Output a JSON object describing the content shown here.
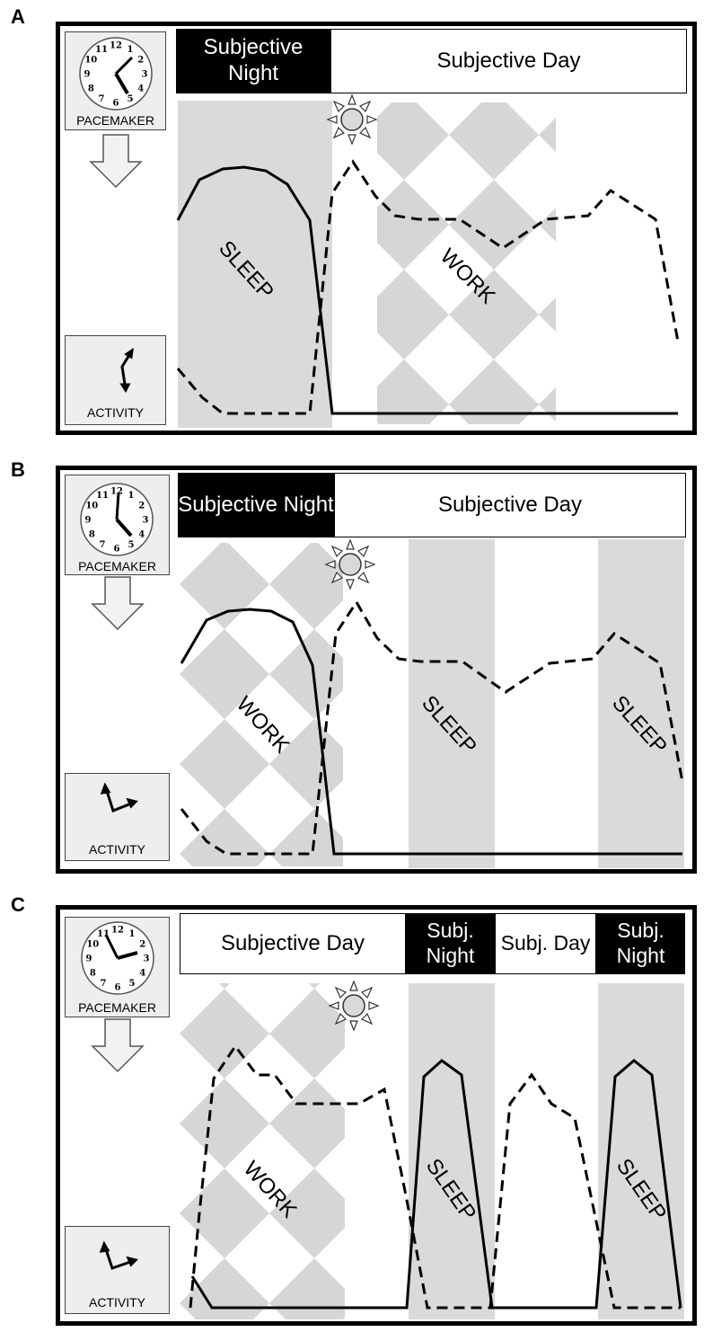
{
  "panels": [
    {
      "letter": "A",
      "pacemaker_label": "PACEMAKER",
      "activity_label": "ACTIVITY",
      "phases": [
        {
          "label": "Subjective Night",
          "style": "dark"
        },
        {
          "label": "Subjective Day",
          "style": "light"
        }
      ],
      "region_labels": [
        "SLEEP",
        "WORK"
      ]
    },
    {
      "letter": "B",
      "pacemaker_label": "PACEMAKER",
      "activity_label": "ACTIVITY",
      "phases": [
        {
          "label": "Subjective Night",
          "style": "dark"
        },
        {
          "label": "Subjective Day",
          "style": "light"
        }
      ],
      "region_labels": [
        "WORK",
        "SLEEP",
        "SLEEP"
      ]
    },
    {
      "letter": "C",
      "pacemaker_label": "PACEMAKER",
      "activity_label": "ACTIVITY",
      "phases": [
        {
          "label": "Subjective Day",
          "style": "light"
        },
        {
          "label": "Subj. Night",
          "style": "dark"
        },
        {
          "label": "Subj. Day",
          "style": "light"
        },
        {
          "label": "Subj. Night",
          "style": "dark"
        }
      ],
      "region_labels": [
        "WORK",
        "SLEEP",
        "SLEEP"
      ]
    }
  ],
  "clock_numerals": [
    "12",
    "1",
    "2",
    "3",
    "4",
    "5",
    "6",
    "7",
    "8",
    "9",
    "10",
    "11"
  ],
  "icons": {
    "clock": "clock-icon",
    "sun": "sun-icon",
    "down_arrow": "down-arrow-icon",
    "activity": "activity-hands-icon"
  }
}
